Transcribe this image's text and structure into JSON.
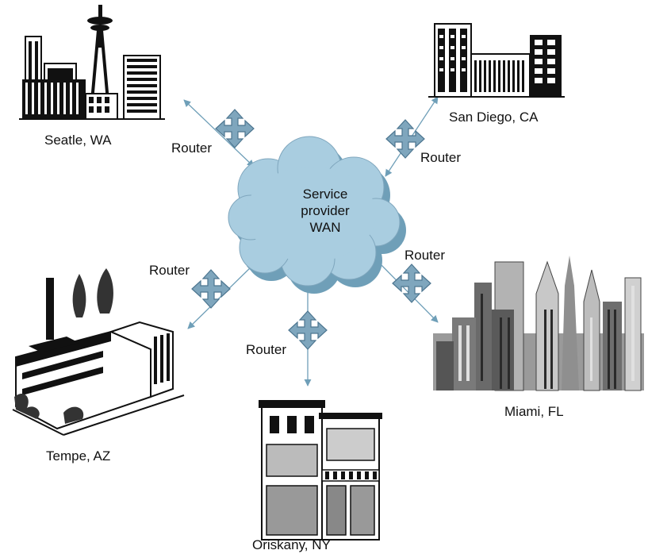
{
  "cloud": {
    "line1": "Service",
    "line2": "provider",
    "line3": "WAN"
  },
  "sites": {
    "seattle": "Seatle, WA",
    "san_diego": "San Diego, CA",
    "tempe": "Tempe, AZ",
    "oriskany": "Oriskany, NY",
    "miami": "Miami, FL"
  },
  "routers": {
    "seattle": "Router",
    "san_diego": "Router",
    "tempe": "Router",
    "oriskany": "Router",
    "miami": "Router"
  },
  "colors": {
    "cloud": "#a9cde0",
    "cloud_shadow": "#6f9fb8",
    "router": "#7fa6bd",
    "link": "#6f9fb8",
    "building_dark": "#1a1a1a",
    "building_gray": "#8a8a8a"
  }
}
